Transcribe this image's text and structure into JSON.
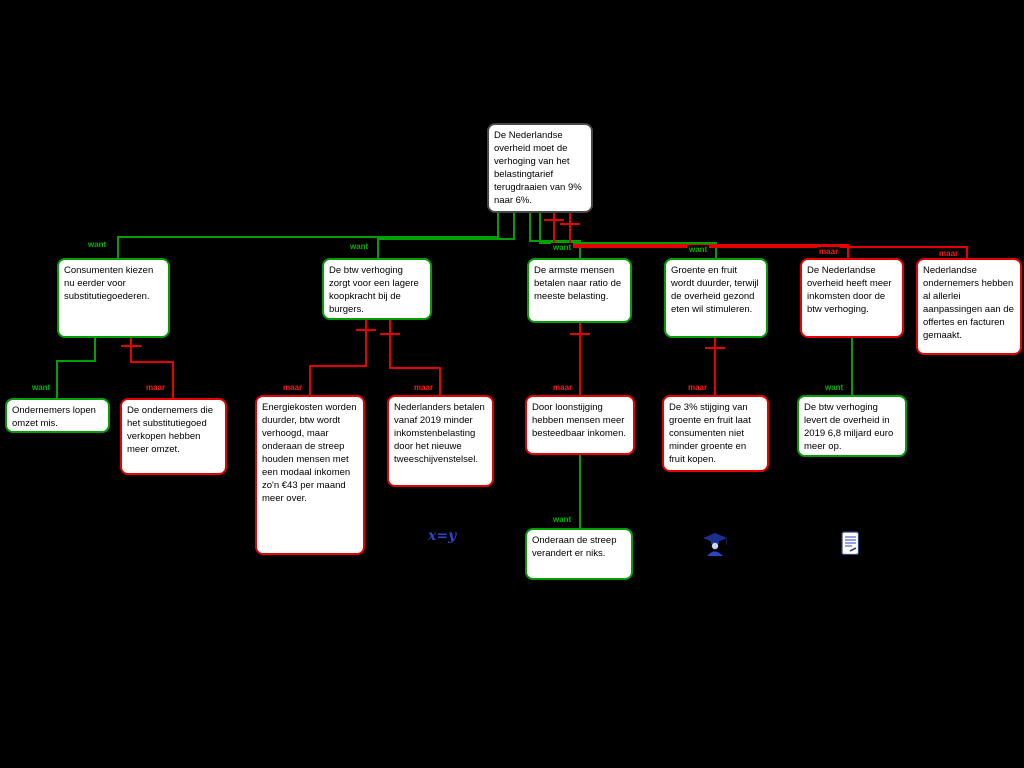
{
  "canvas": {
    "background": "#000000"
  },
  "colors": {
    "support": "#00a000",
    "objection": "#e60000",
    "node_background": "#ffffff",
    "main_border": "#474747",
    "text": "#000000",
    "icon_blue": "#2a46c8"
  },
  "relation_labels": {
    "support": "want",
    "objection": "maar"
  },
  "nodes": {
    "root": {
      "kind": "main",
      "text": "De Nederlandse overheid moet de verhoging van het belastingtarief terugdraaien van 9% naar 6%."
    },
    "substitutie": {
      "kind": "support",
      "text": "Consumenten kiezen nu eerder voor substitutiegoederen."
    },
    "koopkracht": {
      "kind": "support",
      "text": "De btw verhoging zorgt voor een lagere koopkracht bij de burgers."
    },
    "armste": {
      "kind": "support",
      "text": "De armste mensen betalen naar ratio de meeste belasting."
    },
    "groente": {
      "kind": "support",
      "text": "Groente en fruit wordt duurder, terwijl de overheid gezond eten wil stimuleren."
    },
    "inkomsten": {
      "kind": "objection",
      "text": "De Nederlandse overheid heeft meer inkomsten door de btw verhoging."
    },
    "aanpassingen": {
      "kind": "objection",
      "text": "Nederlandse ondernemers hebben al allerlei aanpassingen aan de offertes en facturen gemaakt."
    },
    "omzet_mis": {
      "kind": "support",
      "text": "Ondernemers lopen omzet mis."
    },
    "meer_omzet": {
      "kind": "objection",
      "text": "De ondernemers die het substitutiegoed verkopen hebben meer omzet."
    },
    "energiekosten": {
      "kind": "objection",
      "text": "Energiekosten worden duurder, btw wordt verhoogd, maar onderaan de streep houden mensen met een modaal inkomen zo'n €43 per maand meer over."
    },
    "tweeschijven": {
      "kind": "objection",
      "text": "Nederlanders betalen vanaf 2019 minder inkomstenbelasting door het nieuwe tweeschijvenstelsel."
    },
    "loonstijging": {
      "kind": "objection",
      "text": "Door loonstijging hebben mensen meer besteedbaar inkomen."
    },
    "drie_procent": {
      "kind": "objection",
      "text": "De 3% stijging van groente en fruit laat consumenten niet minder groente en fruit kopen."
    },
    "miljard": {
      "kind": "support",
      "text": "De btw verhoging levert de overheid in 2019 6,8 miljard euro meer op."
    },
    "verandert_niks": {
      "kind": "support",
      "text": "Onderaan de streep verandert er niks."
    }
  },
  "edges": [
    {
      "from": "root",
      "to": "substitutie",
      "type": "want"
    },
    {
      "from": "root",
      "to": "koopkracht",
      "type": "want"
    },
    {
      "from": "root",
      "to": "armste",
      "type": "want"
    },
    {
      "from": "root",
      "to": "groente",
      "type": "want"
    },
    {
      "from": "root",
      "to": "inkomsten",
      "type": "maar"
    },
    {
      "from": "root",
      "to": "aanpassingen",
      "type": "maar"
    },
    {
      "from": "substitutie",
      "to": "omzet_mis",
      "type": "want"
    },
    {
      "from": "substitutie",
      "to": "meer_omzet",
      "type": "maar"
    },
    {
      "from": "koopkracht",
      "to": "energiekosten",
      "type": "maar"
    },
    {
      "from": "koopkracht",
      "to": "tweeschijven",
      "type": "maar"
    },
    {
      "from": "armste",
      "to": "loonstijging",
      "type": "maar"
    },
    {
      "from": "groente",
      "to": "drie_procent",
      "type": "maar"
    },
    {
      "from": "inkomsten",
      "to": "miljard",
      "type": "want"
    },
    {
      "from": "loonstijging",
      "to": "verandert_niks",
      "type": "want"
    }
  ],
  "icons": {
    "formula_text": "x=y",
    "graduate": "graduate-icon",
    "contract": "contract-icon"
  }
}
